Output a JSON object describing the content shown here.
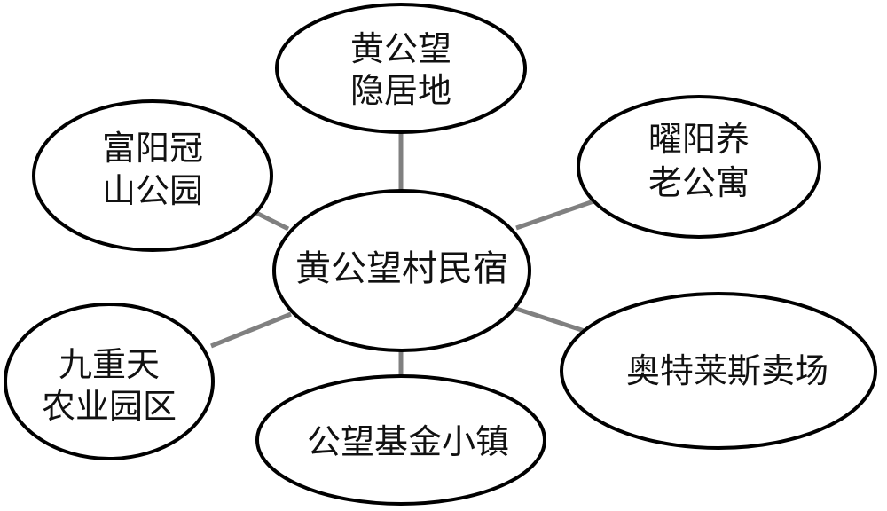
{
  "diagram": {
    "center": {
      "label": "黄公望村民宿"
    },
    "nodes": [
      {
        "id": "top",
        "lines": [
          "黄公望",
          "隐居地"
        ]
      },
      {
        "id": "upper-left",
        "lines": [
          "富阳冠",
          "山公园"
        ]
      },
      {
        "id": "upper-right",
        "lines": [
          "曜阳养",
          "老公寓"
        ]
      },
      {
        "id": "lower-left",
        "lines": [
          "九重天",
          "农业园区"
        ]
      },
      {
        "id": "lower-right",
        "lines": [
          "奥特莱斯卖场"
        ]
      },
      {
        "id": "bottom",
        "lines": [
          "公望基金小镇"
        ]
      }
    ]
  }
}
